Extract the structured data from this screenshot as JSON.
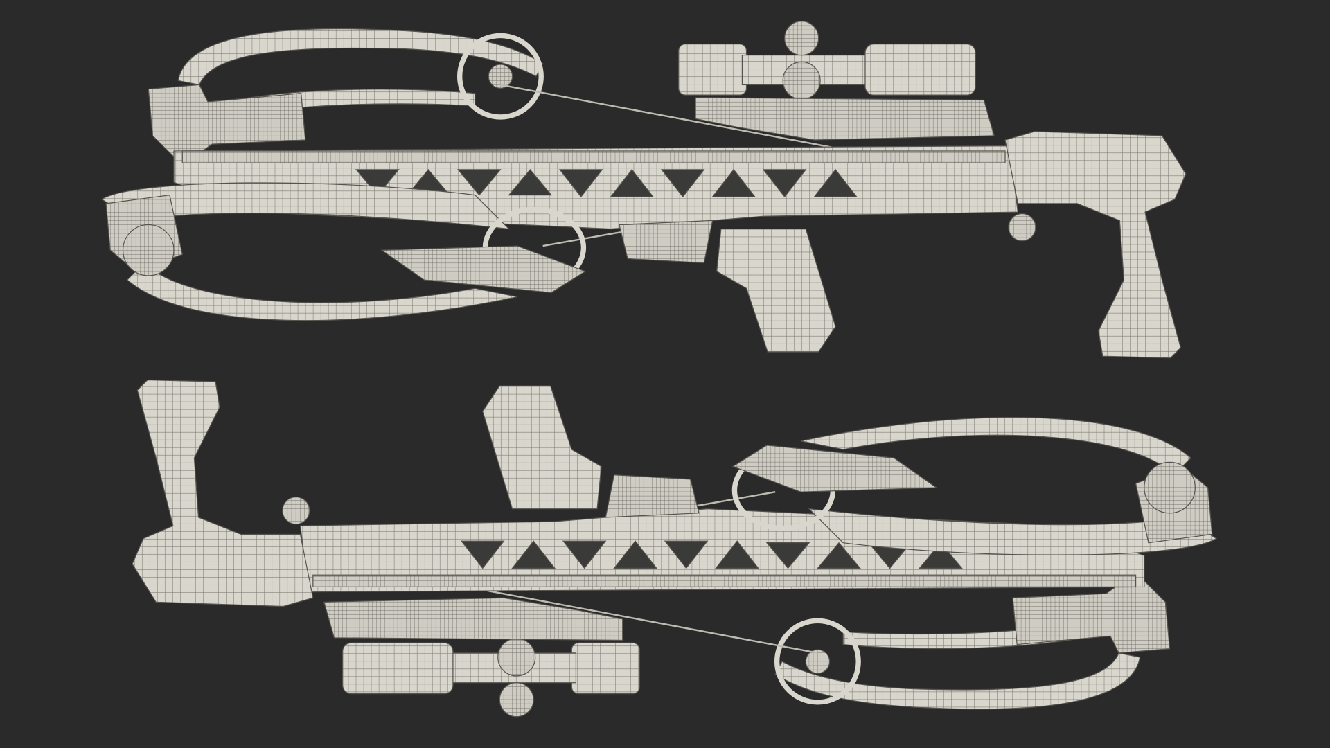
{
  "scene": {
    "subject": "crossbow-wireframe-render",
    "views": [
      "side-view-left",
      "side-view-right-rotated"
    ],
    "colors": {
      "background": "#2a2a2a",
      "mesh_fill": "#d9d7cd",
      "mesh_line": "#7d7b73",
      "outline": "#55534d"
    }
  }
}
